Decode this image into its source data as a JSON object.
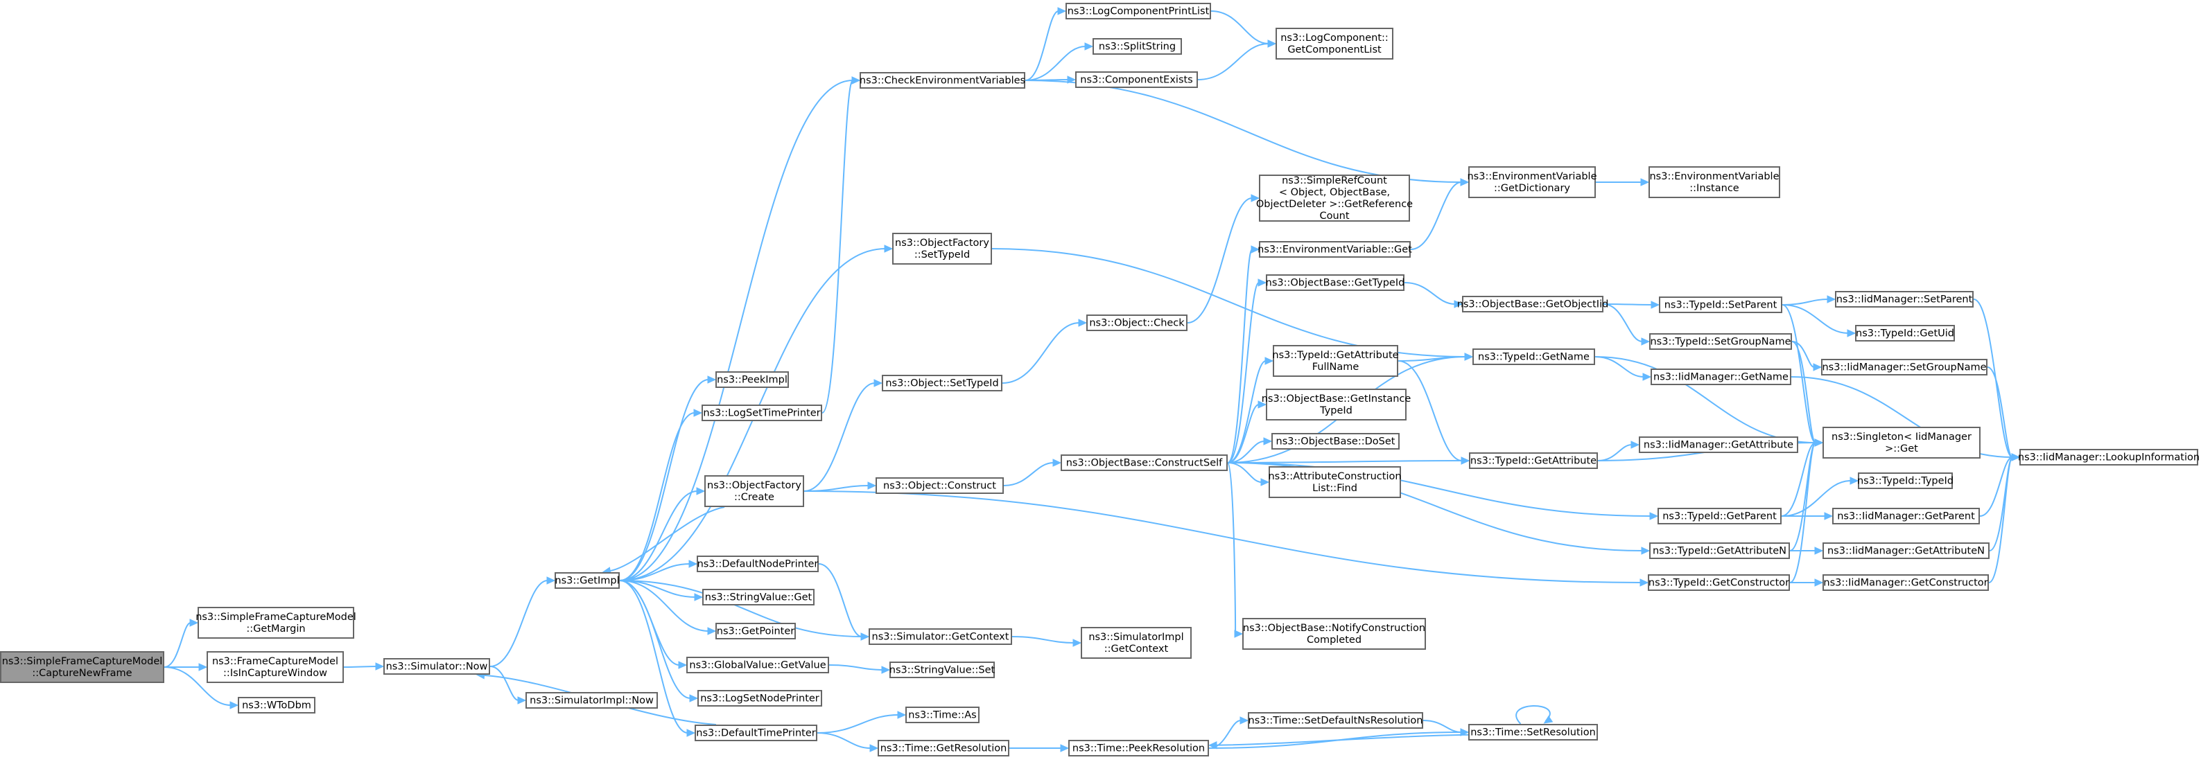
{
  "graph": {
    "colors": {
      "edge": "#63b8ff",
      "node_border": "#666666",
      "node_fill": "#ffffff",
      "root_fill": "#999999"
    },
    "nodes": [
      {
        "id": "root",
        "lines": [
          "ns3::SimpleFrameCaptureModel",
          "::CaptureNewFrame"
        ],
        "root": true
      },
      {
        "id": "getMargin",
        "lines": [
          "ns3::SimpleFrameCaptureModel",
          "::GetMargin"
        ]
      },
      {
        "id": "isInCapture",
        "lines": [
          "ns3::FrameCaptureModel",
          "::IsInCaptureWindow"
        ]
      },
      {
        "id": "wToDbm",
        "lines": [
          "ns3::WToDbm"
        ]
      },
      {
        "id": "simNow",
        "lines": [
          "ns3::Simulator::Now"
        ]
      },
      {
        "id": "simImplNow",
        "lines": [
          "ns3::SimulatorImpl::Now"
        ]
      },
      {
        "id": "getImpl",
        "lines": [
          "ns3::GetImpl"
        ]
      },
      {
        "id": "peekImpl",
        "lines": [
          "ns3::PeekImpl"
        ]
      },
      {
        "id": "logSetTimePrinter",
        "lines": [
          "ns3::LogSetTimePrinter"
        ]
      },
      {
        "id": "objFactoryCreate",
        "lines": [
          "ns3::ObjectFactory",
          "::Create"
        ]
      },
      {
        "id": "defaultNodePrinter",
        "lines": [
          "ns3::DefaultNodePrinter"
        ]
      },
      {
        "id": "stringValueGet",
        "lines": [
          "ns3::StringValue::Get"
        ]
      },
      {
        "id": "getPointer",
        "lines": [
          "ns3::GetPointer"
        ]
      },
      {
        "id": "globalValueGetValue",
        "lines": [
          "ns3::GlobalValue::GetValue"
        ]
      },
      {
        "id": "logSetNodePrinter",
        "lines": [
          "ns3::LogSetNodePrinter"
        ]
      },
      {
        "id": "defaultTimePrinter",
        "lines": [
          "ns3::DefaultTimePrinter"
        ]
      },
      {
        "id": "checkEnv",
        "lines": [
          "ns3::CheckEnvironmentVariables"
        ]
      },
      {
        "id": "objFactorySetTypeId",
        "lines": [
          "ns3::ObjectFactory",
          "::SetTypeId"
        ]
      },
      {
        "id": "objectSetTypeId",
        "lines": [
          "ns3::Object::SetTypeId"
        ]
      },
      {
        "id": "objectConstruct",
        "lines": [
          "ns3::Object::Construct"
        ]
      },
      {
        "id": "simGetContext",
        "lines": [
          "ns3::Simulator::GetContext"
        ]
      },
      {
        "id": "stringValueSet",
        "lines": [
          "ns3::StringValue::Set"
        ]
      },
      {
        "id": "timeAs",
        "lines": [
          "ns3::Time::As"
        ]
      },
      {
        "id": "timeGetResolution",
        "lines": [
          "ns3::Time::GetResolution"
        ]
      },
      {
        "id": "logComponentPrintList",
        "lines": [
          "ns3::LogComponentPrintList"
        ]
      },
      {
        "id": "splitString",
        "lines": [
          "ns3::SplitString"
        ]
      },
      {
        "id": "componentExists",
        "lines": [
          "ns3::ComponentExists"
        ]
      },
      {
        "id": "objectCheck",
        "lines": [
          "ns3::Object::Check"
        ]
      },
      {
        "id": "constructSelf",
        "lines": [
          "ns3::ObjectBase::ConstructSelf"
        ]
      },
      {
        "id": "simImplGetContext",
        "lines": [
          "ns3::SimulatorImpl",
          "::GetContext"
        ]
      },
      {
        "id": "timePeekResolution",
        "lines": [
          "ns3::Time::PeekResolution"
        ]
      },
      {
        "id": "logComponentGetList",
        "lines": [
          "ns3::LogComponent::",
          "GetComponentList"
        ]
      },
      {
        "id": "simpleRefCount",
        "lines": [
          "ns3::SimpleRefCount",
          "< Object, ObjectBase,",
          "ObjectDeleter >::GetReference",
          "Count"
        ]
      },
      {
        "id": "envVarGet",
        "lines": [
          "ns3::EnvironmentVariable::Get"
        ]
      },
      {
        "id": "objBaseGetTypeId",
        "lines": [
          "ns3::ObjectBase::GetTypeId"
        ]
      },
      {
        "id": "typeIdGetAttrFullName",
        "lines": [
          "ns3::TypeId::GetAttribute",
          "FullName"
        ]
      },
      {
        "id": "objBaseGetInstanceTypeId",
        "lines": [
          "ns3::ObjectBase::GetInstance",
          "TypeId"
        ]
      },
      {
        "id": "objBaseDoSet",
        "lines": [
          "ns3::ObjectBase::DoSet"
        ]
      },
      {
        "id": "attrConstructionListFind",
        "lines": [
          "ns3::AttributeConstruction",
          "List::Find"
        ]
      },
      {
        "id": "notifyConstructionCompleted",
        "lines": [
          "ns3::ObjectBase::NotifyConstruction",
          "Completed"
        ]
      },
      {
        "id": "timeSetDefaultNsResolution",
        "lines": [
          "ns3::Time::SetDefaultNsResolution"
        ]
      },
      {
        "id": "envVarGetDictionary",
        "lines": [
          "ns3::EnvironmentVariable",
          "::GetDictionary"
        ]
      },
      {
        "id": "objBaseGetObjectIid",
        "lines": [
          "ns3::ObjectBase::GetObjectIid"
        ]
      },
      {
        "id": "typeIdGetName",
        "lines": [
          "ns3::TypeId::GetName"
        ]
      },
      {
        "id": "typeIdGetAttribute",
        "lines": [
          "ns3::TypeId::GetAttribute"
        ]
      },
      {
        "id": "timeSetResolution",
        "lines": [
          "ns3::Time::SetResolution"
        ]
      },
      {
        "id": "envVarInstance",
        "lines": [
          "ns3::EnvironmentVariable",
          "::Instance"
        ]
      },
      {
        "id": "typeIdSetParent",
        "lines": [
          "ns3::TypeId::SetParent"
        ]
      },
      {
        "id": "typeIdSetGroupName",
        "lines": [
          "ns3::TypeId::SetGroupName"
        ]
      },
      {
        "id": "iidGetName",
        "lines": [
          "ns3::IidManager::GetName"
        ]
      },
      {
        "id": "iidGetAttribute",
        "lines": [
          "ns3::IidManager::GetAttribute"
        ]
      },
      {
        "id": "typeIdGetParent",
        "lines": [
          "ns3::TypeId::GetParent"
        ]
      },
      {
        "id": "typeIdGetAttributeN",
        "lines": [
          "ns3::TypeId::GetAttributeN"
        ]
      },
      {
        "id": "typeIdGetConstructor",
        "lines": [
          "ns3::TypeId::GetConstructor"
        ]
      },
      {
        "id": "iidSetParent",
        "lines": [
          "ns3::IidManager::SetParent"
        ]
      },
      {
        "id": "typeIdGetUid",
        "lines": [
          "ns3::TypeId::GetUid"
        ]
      },
      {
        "id": "iidSetGroupName",
        "lines": [
          "ns3::IidManager::SetGroupName"
        ]
      },
      {
        "id": "singletonGet",
        "lines": [
          "ns3::Singleton< IidManager",
          ">::Get"
        ]
      },
      {
        "id": "typeIdTypeId",
        "lines": [
          "ns3::TypeId::TypeId"
        ]
      },
      {
        "id": "iidGetParent",
        "lines": [
          "ns3::IidManager::GetParent"
        ]
      },
      {
        "id": "iidGetAttributeN",
        "lines": [
          "ns3::IidManager::GetAttributeN"
        ]
      },
      {
        "id": "iidGetConstructor",
        "lines": [
          "ns3::IidManager::GetConstructor"
        ]
      },
      {
        "id": "iidLookupInformation",
        "lines": [
          "ns3::IidManager::LookupInformation"
        ]
      }
    ],
    "edges": [
      [
        "root",
        "getMargin"
      ],
      [
        "root",
        "isInCapture"
      ],
      [
        "root",
        "wToDbm"
      ],
      [
        "isInCapture",
        "simNow"
      ],
      [
        "simNow",
        "getImpl"
      ],
      [
        "simNow",
        "simImplNow"
      ],
      [
        "getImpl",
        "peekImpl"
      ],
      [
        "getImpl",
        "logSetTimePrinter"
      ],
      [
        "getImpl",
        "objFactoryCreate"
      ],
      [
        "getImpl",
        "defaultNodePrinter"
      ],
      [
        "getImpl",
        "stringValueGet"
      ],
      [
        "getImpl",
        "getPointer"
      ],
      [
        "getImpl",
        "globalValueGetValue"
      ],
      [
        "getImpl",
        "logSetNodePrinter"
      ],
      [
        "getImpl",
        "defaultTimePrinter"
      ],
      [
        "getImpl",
        "checkEnv"
      ],
      [
        "getImpl",
        "objFactorySetTypeId"
      ],
      [
        "getImpl",
        "simGetContext"
      ],
      [
        "logSetTimePrinter",
        "checkEnv"
      ],
      [
        "objFactoryCreate",
        "objectSetTypeId"
      ],
      [
        "objFactoryCreate",
        "objectConstruct"
      ],
      [
        "objFactoryCreate",
        "typeIdGetConstructor"
      ],
      [
        "objFactoryCreate",
        "getImpl"
      ],
      [
        "defaultNodePrinter",
        "simGetContext"
      ],
      [
        "globalValueGetValue",
        "stringValueSet"
      ],
      [
        "defaultTimePrinter",
        "timeAs"
      ],
      [
        "defaultTimePrinter",
        "timeGetResolution"
      ],
      [
        "defaultTimePrinter",
        "simNow"
      ],
      [
        "checkEnv",
        "logComponentPrintList"
      ],
      [
        "checkEnv",
        "splitString"
      ],
      [
        "checkEnv",
        "componentExists"
      ],
      [
        "checkEnv",
        "envVarGetDictionary"
      ],
      [
        "objFactorySetTypeId",
        "typeIdGetName"
      ],
      [
        "objectSetTypeId",
        "objectCheck"
      ],
      [
        "objectConstruct",
        "constructSelf"
      ],
      [
        "simGetContext",
        "simImplGetContext"
      ],
      [
        "timeGetResolution",
        "timePeekResolution"
      ],
      [
        "logComponentPrintList",
        "logComponentGetList"
      ],
      [
        "componentExists",
        "logComponentGetList"
      ],
      [
        "objectCheck",
        "simpleRefCount"
      ],
      [
        "constructSelf",
        "envVarGet"
      ],
      [
        "constructSelf",
        "objBaseGetTypeId"
      ],
      [
        "constructSelf",
        "typeIdGetAttrFullName"
      ],
      [
        "constructSelf",
        "objBaseGetInstanceTypeId"
      ],
      [
        "constructSelf",
        "objBaseDoSet"
      ],
      [
        "constructSelf",
        "attrConstructionListFind"
      ],
      [
        "constructSelf",
        "notifyConstructionCompleted"
      ],
      [
        "constructSelf",
        "typeIdGetName"
      ],
      [
        "constructSelf",
        "typeIdGetAttribute"
      ],
      [
        "constructSelf",
        "typeIdGetParent"
      ],
      [
        "constructSelf",
        "typeIdGetAttributeN"
      ],
      [
        "timePeekResolution",
        "timeSetDefaultNsResolution"
      ],
      [
        "timePeekResolution",
        "timeSetResolution"
      ],
      [
        "envVarGet",
        "envVarGetDictionary"
      ],
      [
        "objBaseGetTypeId",
        "objBaseGetObjectIid"
      ],
      [
        "typeIdGetAttrFullName",
        "typeIdGetName"
      ],
      [
        "typeIdGetAttrFullName",
        "typeIdGetAttribute"
      ],
      [
        "timeSetDefaultNsResolution",
        "timeSetResolution"
      ],
      [
        "timeSetResolution",
        "timePeekResolution"
      ],
      [
        "timeSetResolution",
        "timeSetResolution"
      ],
      [
        "envVarGetDictionary",
        "envVarInstance"
      ],
      [
        "objBaseGetObjectIid",
        "typeIdSetParent"
      ],
      [
        "objBaseGetObjectIid",
        "typeIdSetGroupName"
      ],
      [
        "typeIdGetName",
        "iidGetName"
      ],
      [
        "typeIdGetName",
        "singletonGet"
      ],
      [
        "typeIdGetAttribute",
        "iidGetAttribute"
      ],
      [
        "typeIdGetAttribute",
        "singletonGet"
      ],
      [
        "typeIdSetParent",
        "iidSetParent"
      ],
      [
        "typeIdSetParent",
        "typeIdGetUid"
      ],
      [
        "typeIdSetParent",
        "singletonGet"
      ],
      [
        "typeIdSetGroupName",
        "iidSetGroupName"
      ],
      [
        "typeIdSetGroupName",
        "singletonGet"
      ],
      [
        "iidGetName",
        "iidLookupInformation"
      ],
      [
        "typeIdGetParent",
        "typeIdTypeId"
      ],
      [
        "typeIdGetParent",
        "iidGetParent"
      ],
      [
        "typeIdGetParent",
        "singletonGet"
      ],
      [
        "typeIdGetAttributeN",
        "iidGetAttributeN"
      ],
      [
        "typeIdGetAttributeN",
        "singletonGet"
      ],
      [
        "typeIdGetConstructor",
        "iidGetConstructor"
      ],
      [
        "typeIdGetConstructor",
        "singletonGet"
      ],
      [
        "iidSetParent",
        "iidLookupInformation"
      ],
      [
        "iidSetGroupName",
        "iidLookupInformation"
      ],
      [
        "iidGetParent",
        "iidLookupInformation"
      ],
      [
        "iidGetAttributeN",
        "iidLookupInformation"
      ],
      [
        "iidGetConstructor",
        "iidLookupInformation"
      ]
    ]
  }
}
